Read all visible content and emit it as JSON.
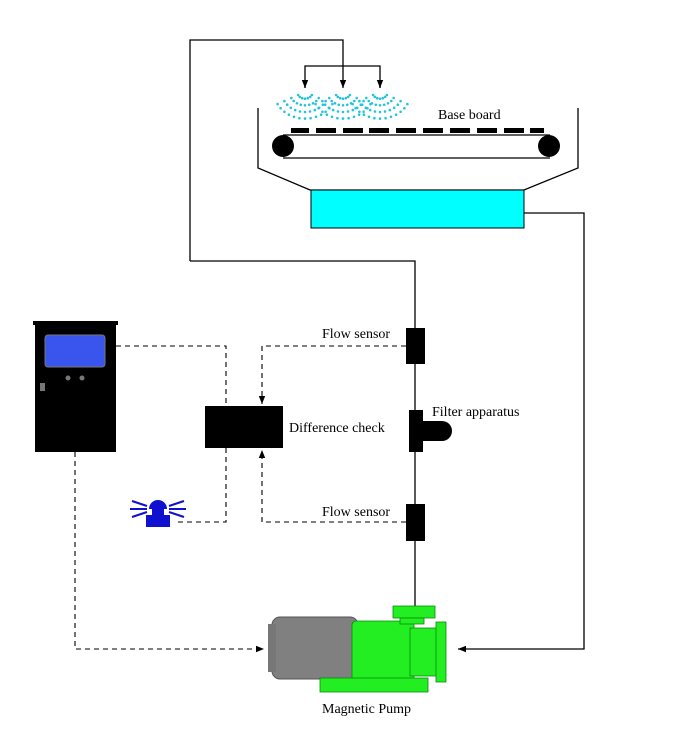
{
  "labels": {
    "base_board": "Base board",
    "flow_sensor_top": "Flow sensor",
    "flow_sensor_bottom": "Flow sensor",
    "difference_check": "Difference check",
    "filter_apparatus": "Filter apparatus",
    "magnetic_pump": "Magnetic Pump"
  },
  "colors": {
    "line": "#000000",
    "spray": "#22c4dd",
    "tank_water": "#00ffff",
    "controller_screen": "#3a55ee",
    "alarm_light": "#1010d0",
    "pump_motor": "#808080",
    "pump_head": "#22ee22"
  },
  "icons": {
    "controller": "control-cabinet-icon",
    "alarm": "warning-light-icon",
    "pump": "magnetic-pump-icon",
    "filter": "filter-icon"
  }
}
